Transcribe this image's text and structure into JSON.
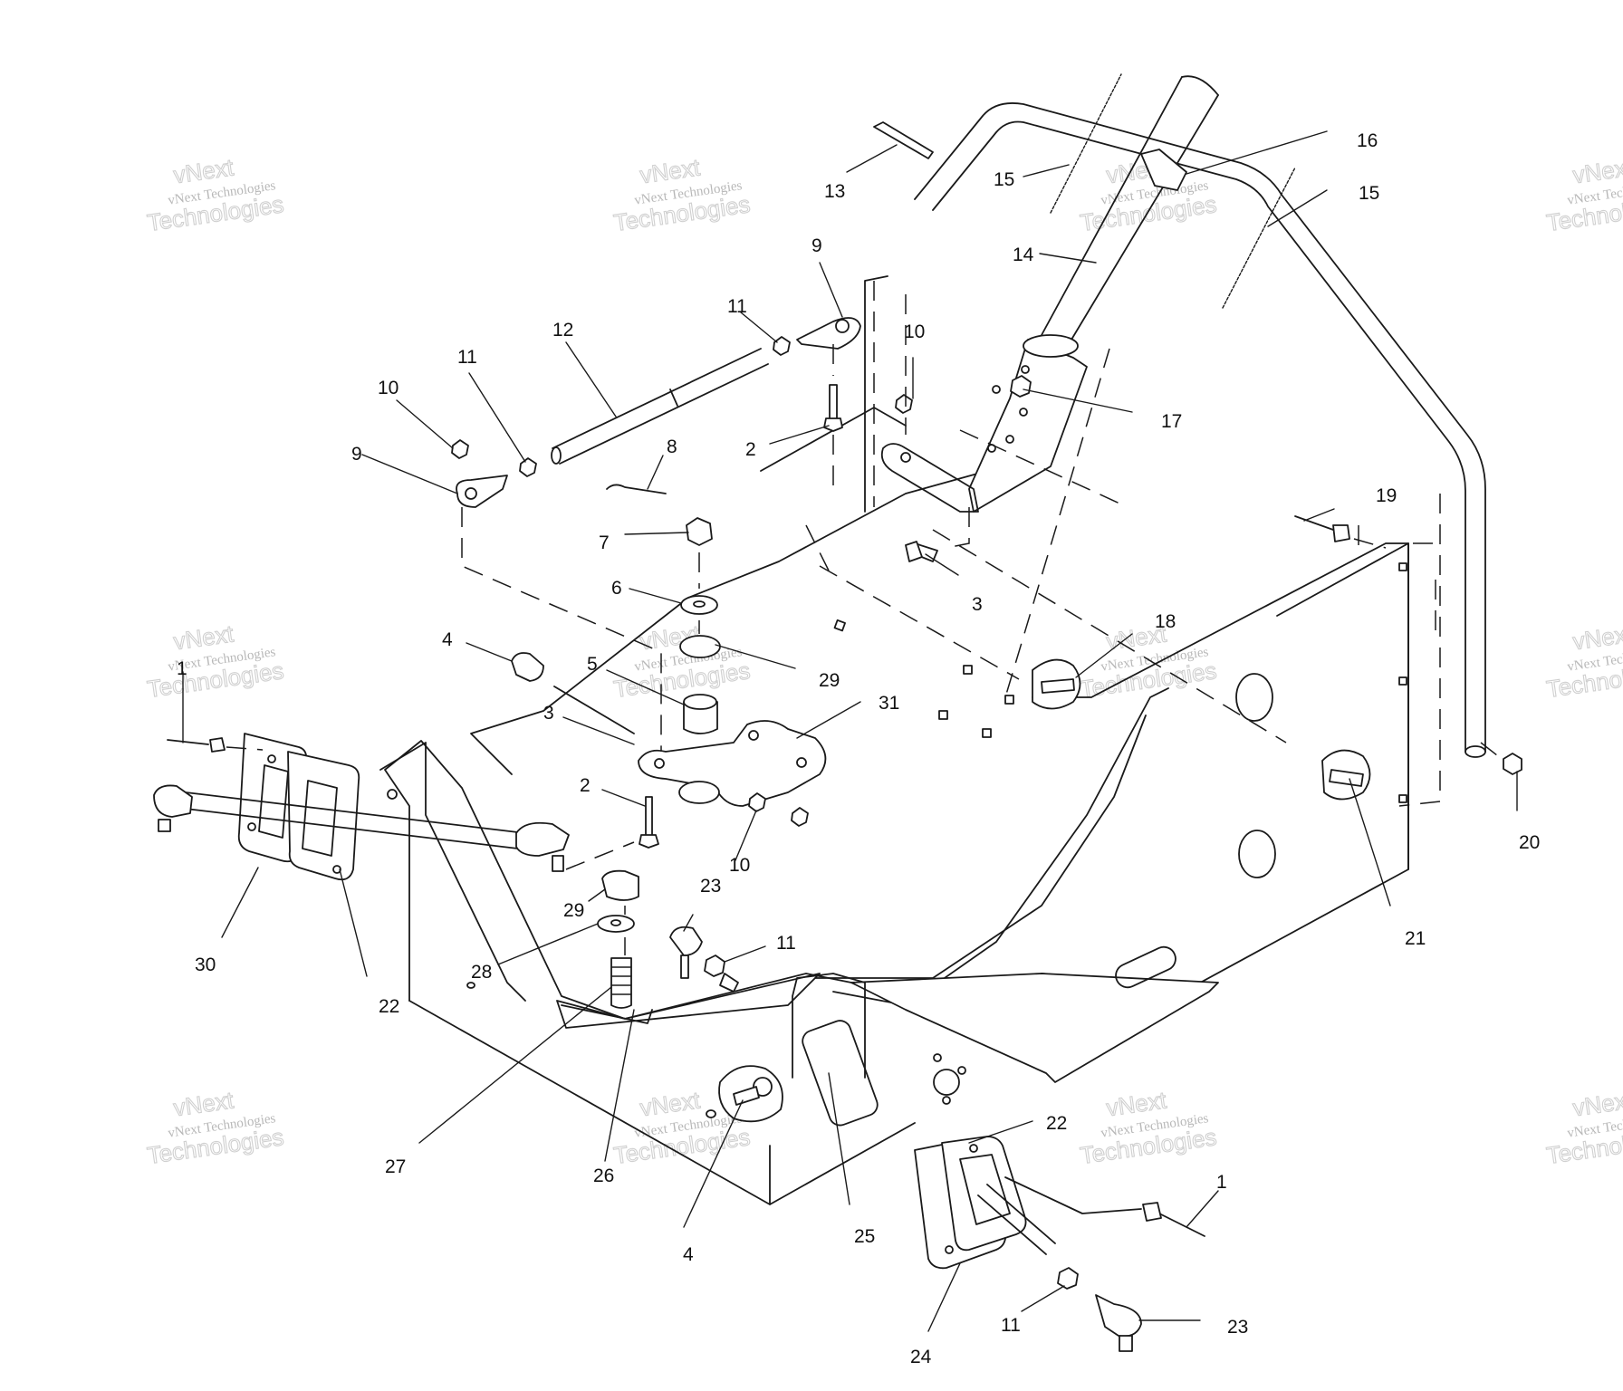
{
  "watermark": {
    "line1": "vNext",
    "line2": "vNext Technologies",
    "line3": "Technologies"
  },
  "callouts": [
    {
      "id": "c1",
      "text": "13"
    },
    {
      "id": "c2",
      "text": "15"
    },
    {
      "id": "c3",
      "text": "16"
    },
    {
      "id": "c4",
      "text": "15"
    },
    {
      "id": "c5",
      "text": "14"
    },
    {
      "id": "c6",
      "text": "9"
    },
    {
      "id": "c7",
      "text": "11"
    },
    {
      "id": "c8",
      "text": "12"
    },
    {
      "id": "c9",
      "text": "10"
    },
    {
      "id": "c10",
      "text": "11"
    },
    {
      "id": "c11",
      "text": "10"
    },
    {
      "id": "c12",
      "text": "9"
    },
    {
      "id": "c13",
      "text": "8"
    },
    {
      "id": "c14",
      "text": "2"
    },
    {
      "id": "c15",
      "text": "17"
    },
    {
      "id": "c16",
      "text": "7"
    },
    {
      "id": "c17",
      "text": "3"
    },
    {
      "id": "c18",
      "text": "19"
    },
    {
      "id": "c19",
      "text": "6"
    },
    {
      "id": "c20",
      "text": "4"
    },
    {
      "id": "c21",
      "text": "5"
    },
    {
      "id": "c22",
      "text": "18"
    },
    {
      "id": "c23",
      "text": "29"
    },
    {
      "id": "c24",
      "text": "31"
    },
    {
      "id": "c25",
      "text": "1"
    },
    {
      "id": "c26",
      "text": "3"
    },
    {
      "id": "c27",
      "text": "2"
    },
    {
      "id": "c28",
      "text": "20"
    },
    {
      "id": "c29",
      "text": "10"
    },
    {
      "id": "c30",
      "text": "23"
    },
    {
      "id": "c31",
      "text": "29"
    },
    {
      "id": "c32",
      "text": "21"
    },
    {
      "id": "c33",
      "text": "11"
    },
    {
      "id": "c34",
      "text": "30"
    },
    {
      "id": "c35",
      "text": "28"
    },
    {
      "id": "c36",
      "text": "22"
    },
    {
      "id": "c37",
      "text": "22"
    },
    {
      "id": "c38",
      "text": "1"
    },
    {
      "id": "c39",
      "text": "27"
    },
    {
      "id": "c40",
      "text": "26"
    },
    {
      "id": "c41",
      "text": "25"
    },
    {
      "id": "c42",
      "text": "4"
    },
    {
      "id": "c43",
      "text": "11"
    },
    {
      "id": "c44",
      "text": "23"
    },
    {
      "id": "c45",
      "text": "24"
    }
  ]
}
